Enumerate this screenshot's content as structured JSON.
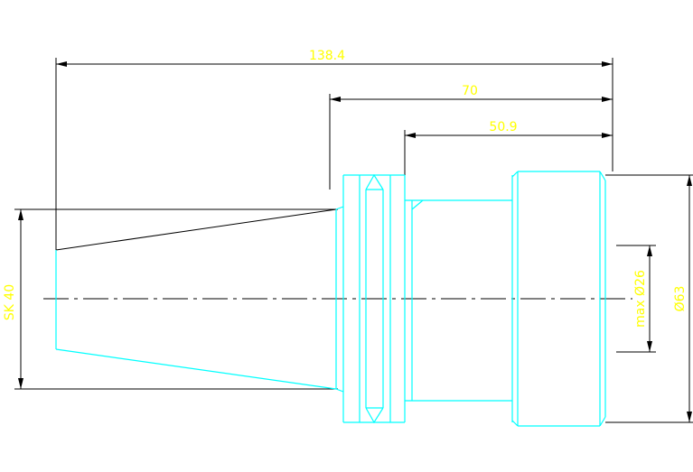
{
  "colors": {
    "background": "#ffffff",
    "dimension": "#000000",
    "outline": "#00ffff",
    "text": "#ffff00",
    "centerline": "#000000"
  },
  "dimensions": {
    "overall_length": "138.4",
    "length_70": "70",
    "length_50_9": "50.9",
    "taper": "SK 40",
    "max_bore": "max Ø26",
    "outer_diameter": "Ø63"
  }
}
